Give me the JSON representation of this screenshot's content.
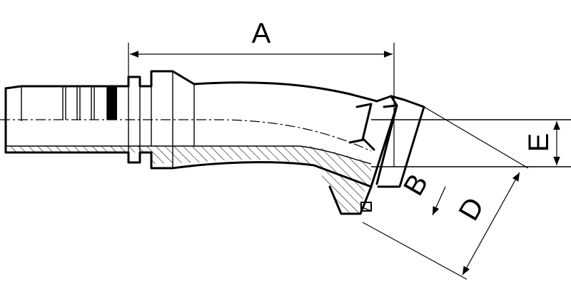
{
  "labels": {
    "A": "A",
    "B": "B",
    "D": "D",
    "E": "E"
  },
  "colors": {
    "line": "#000000",
    "background": "#ffffff"
  }
}
